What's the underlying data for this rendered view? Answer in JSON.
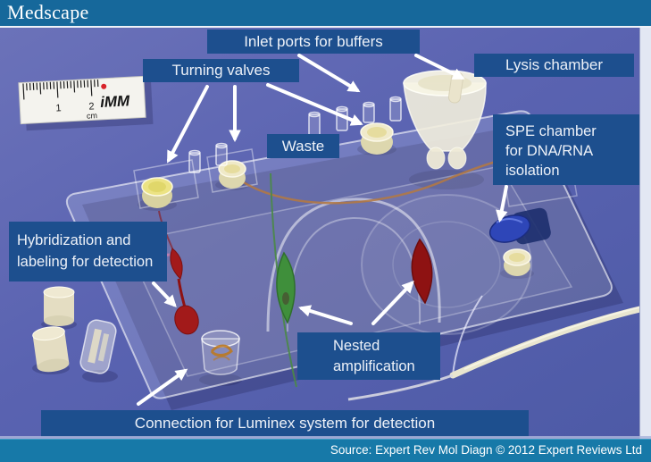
{
  "header": {
    "brand": "Medscape"
  },
  "figure": {
    "labels": {
      "inlet_ports": "Inlet ports for buffers",
      "turning_valves": "Turning valves",
      "lysis_chamber": "Lysis chamber",
      "waste": "Waste",
      "spe": {
        "l1": "SPE chamber",
        "l2": "for DNA/RNA",
        "l3": "isolation"
      },
      "hybridization": {
        "l1": "Hybridization and",
        "l2": "labeling for detection"
      },
      "nested": {
        "l1": "Nested",
        "l2": "amplification"
      },
      "connection": "Connection for Luminex system for detection"
    },
    "ruler": {
      "n1": "1",
      "n2": "2",
      "unit": "cm",
      "logo": "iMM"
    }
  },
  "footer": {
    "source": "Source: Expert Rev Mol Diagn © 2012 Expert Reviews Ltd"
  },
  "colors": {
    "header_bg": "#16689b",
    "footer_bg": "#1779a8",
    "label_bg": "#1d4f8e",
    "label_text": "#edf1f8",
    "photo_bg_top": "#6b72b9",
    "photo_bg_bottom": "#4d5aa6",
    "chip_green": "#3f8f3b",
    "chip_red": "#8e1212",
    "spe_blue": "#2e46b8",
    "valve_yellow": "#ece384",
    "arrow_white": "#ffffff"
  }
}
